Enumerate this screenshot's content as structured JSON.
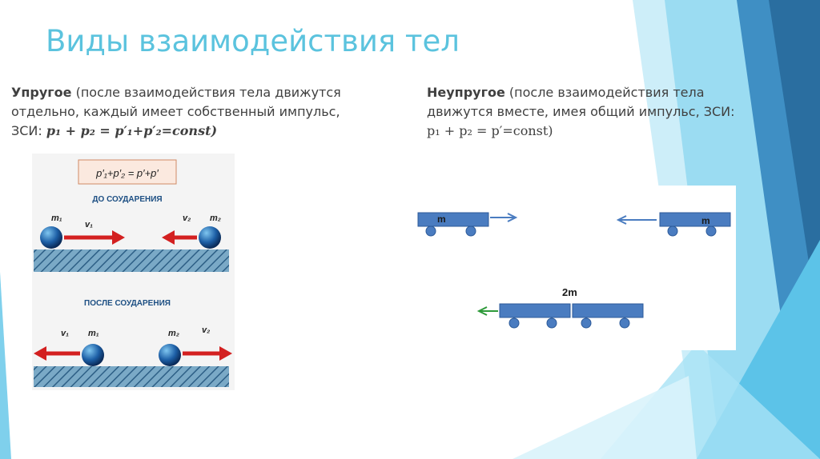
{
  "slide": {
    "title": "Виды взаимодействия тел",
    "colors": {
      "title": "#5bc3de",
      "text": "#404040",
      "accent_light": "#8fd6ee",
      "accent_dark": "#2a74a8"
    }
  },
  "elastic": {
    "heading": "Упругое",
    "text": "(после взаимодействия тела движутся отдельно, каждый имеет собственный импульс,",
    "law_label": "ЗСИ:",
    "formula": "p₁ + p₂ = p′₁+p′₂=const)"
  },
  "inelastic": {
    "heading": "Неупругое",
    "text": "(после взаимодействия тела движутся вместе, имея общий импульс, ЗСИ:",
    "formula": "p₁ + p₂ = p′=const)"
  },
  "figure_elastic": {
    "formula": "p′₁+p′₂ = p′+p′",
    "before_label": "ДО СОУДАРЕНИЯ",
    "after_label": "ПОСЛЕ СОУДАРЕНИЯ",
    "m1": "m₁",
    "m2": "m₂",
    "v1": "v₁",
    "v2": "v₂"
  },
  "figure_inelastic": {
    "mass_left": "m",
    "mass_right": "m",
    "mass_combined": "2m"
  }
}
